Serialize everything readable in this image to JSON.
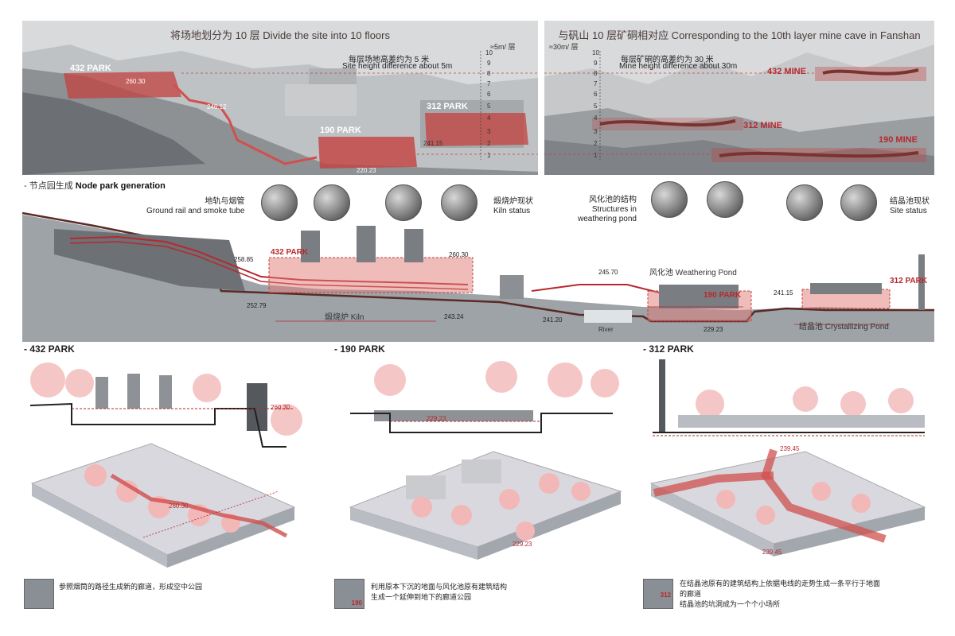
{
  "top_left": {
    "title": "将场地划分为 10 层  Divide the site into 10 floors",
    "height_cn": "每层场地高差约为 5 米",
    "height_en": "Site height difference about 5m",
    "rate": "≈5m/ 层",
    "parks": [
      {
        "name": "432 PARK",
        "elevation": "260.30"
      },
      {
        "name": "312 PARK",
        "elevation": "241.15"
      },
      {
        "name": "190 PARK",
        "elevation": "220.23"
      }
    ],
    "extra_elevation": "246.12"
  },
  "top_right": {
    "title": "与矾山 10 层矿硐相对应 Corresponding to the 10th layer mine cave in Fanshan",
    "height_cn": "每层矿硐的高差约为 30 米",
    "height_en": "Mine height difference about 30m",
    "rate": "≈30m/ 层",
    "mines": [
      "432 MINE",
      "312 MINE",
      "190 MINE"
    ]
  },
  "levels": [
    "10",
    "9",
    "8",
    "7",
    "6",
    "5",
    "4",
    "3",
    "2",
    "1"
  ],
  "section": {
    "title_cn": "- 节点园生成",
    "title_en": "Node park generation",
    "captions": [
      {
        "cn": "地轨与烟管",
        "en": "Ground rail and smoke tube"
      },
      {
        "cn": "煅烧炉现状",
        "en": "Kiln status"
      },
      {
        "cn": "风化池的结构",
        "en1": "Structures in",
        "en2": "weathering pond"
      },
      {
        "cn": "结晶池现状",
        "en": "Site status"
      }
    ],
    "parks": [
      "432 PARK",
      "190 PARK",
      "312 PARK"
    ],
    "elevations": [
      "258.85",
      "252.79",
      "260.30",
      "243.24",
      "245.70",
      "241.20",
      "229.23",
      "241.15"
    ],
    "areas": {
      "kiln": "煅烧炉 Kiln",
      "weathering": "风化池 Weathering Pond",
      "river": "River",
      "crystal": "结晶池 Crystallizing Pond"
    }
  },
  "subsections": [
    {
      "title": "- 432 PARK",
      "elevation_top": "260.30",
      "elevation_bottom": "260.30",
      "note": "参照烟筒的路径生成新的廊道，形成空中公园"
    },
    {
      "title": "- 190 PARK",
      "elevation_top": "229.23",
      "elevation_bottom": "229.23",
      "note_line1": "利用原本下沉的地面与风化池原有建筑结构",
      "note_line2": "生成一个延伸到地下的廊道公园",
      "thumb": "190"
    },
    {
      "title": "- 312 PARK",
      "elevation_top": "239.45",
      "elevation_bottom": "239.45",
      "note_line1": "在结晶池原有的建筑结构上依据电线的走势生成一条平行于地面",
      "note_line2": "的廊道",
      "note_line3": "结晶池的坑洞成为一个个小场所",
      "thumb": "312"
    }
  ],
  "colors": {
    "accent": "#b7282e",
    "overlay": "#e07a76",
    "panel": "#d9dadb",
    "ground": "#5a2a26",
    "tree": "#f2b8b8"
  }
}
